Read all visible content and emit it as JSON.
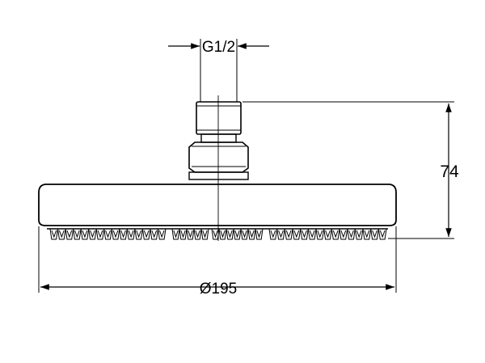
{
  "dimensions": {
    "thread": "G1/2",
    "height": "74",
    "diameter": "Ø195"
  },
  "colors": {
    "line": "#000000",
    "background": "#ffffff"
  }
}
